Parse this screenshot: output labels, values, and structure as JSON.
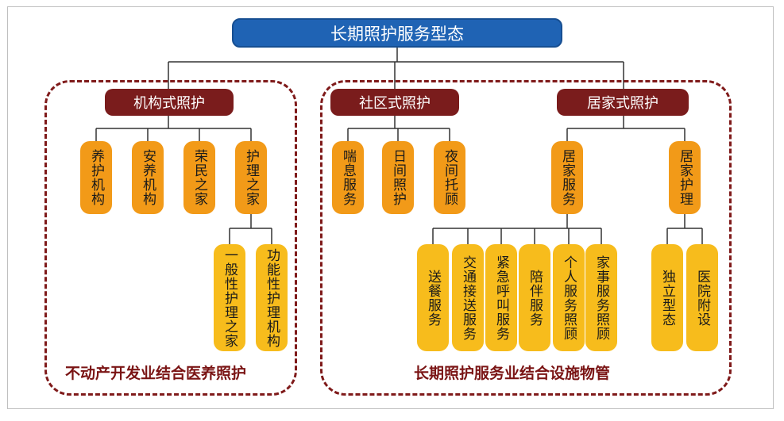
{
  "root": "长期照护服务型态",
  "categories": {
    "institutional": "机构式照护",
    "community": "社区式照护",
    "home": "居家式照护"
  },
  "institutional_items": [
    "养护机构",
    "安养机构",
    "荣民之家",
    "护理之家"
  ],
  "nursing_home_sub": [
    "一般性护理之家",
    "功能性护理机构"
  ],
  "community_items": [
    "喘息服务",
    "日间照护",
    "夜间托顾"
  ],
  "home_items": [
    "居家服务",
    "居家护理"
  ],
  "home_service_sub": [
    "送餐服务",
    "交通接送服务",
    "紧急呼叫服务",
    "陪伴服务",
    "个人服务照顾",
    "家事服务照顾"
  ],
  "home_nursing_sub": [
    "独立型态",
    "医院附设"
  ],
  "region_labels": {
    "left": "不动产开发业结合医养照护",
    "right": "长期照护服务业结合设施物管"
  }
}
